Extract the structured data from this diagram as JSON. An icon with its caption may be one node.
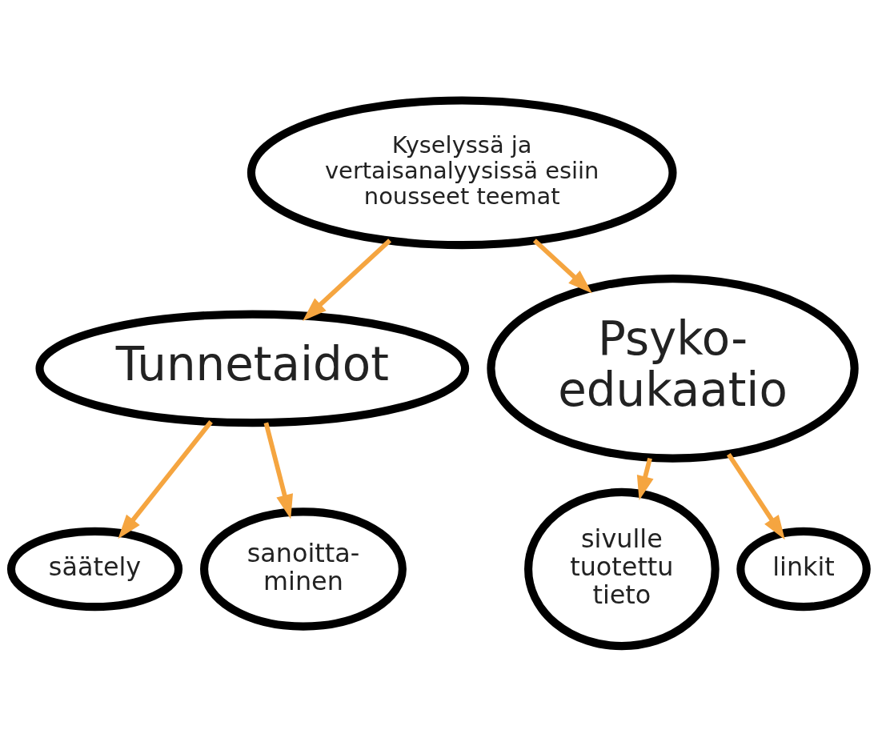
{
  "diagram": {
    "nodes": [
      {
        "text": [
          "Kyselyssä ja vertaisanalyysissä esiin nousseet teemat"
        ]
      },
      {
        "text": [
          "Tunnetaidot"
        ]
      },
      {
        "text": [
          "Psyko- edukaatio"
        ]
      },
      {
        "text": [
          "säätely"
        ]
      },
      {
        "text": [
          "sanoitta- minen"
        ]
      },
      {
        "text": [
          "sivulle tuotettu tieto"
        ]
      },
      {
        "text": [
          "linkit"
        ]
      }
    ],
    "edges": [
      {
        "from": 0,
        "to": 1,
        "arrow": "to"
      },
      {
        "from": 0,
        "to": 2,
        "arrow": "to"
      },
      {
        "from": 1,
        "to": 3,
        "arrow": "to"
      },
      {
        "from": 1,
        "to": 4,
        "arrow": "to"
      },
      {
        "from": 2,
        "to": 5,
        "arrow": "to"
      },
      {
        "from": 2,
        "to": 6,
        "arrow": "to"
      }
    ]
  }
}
